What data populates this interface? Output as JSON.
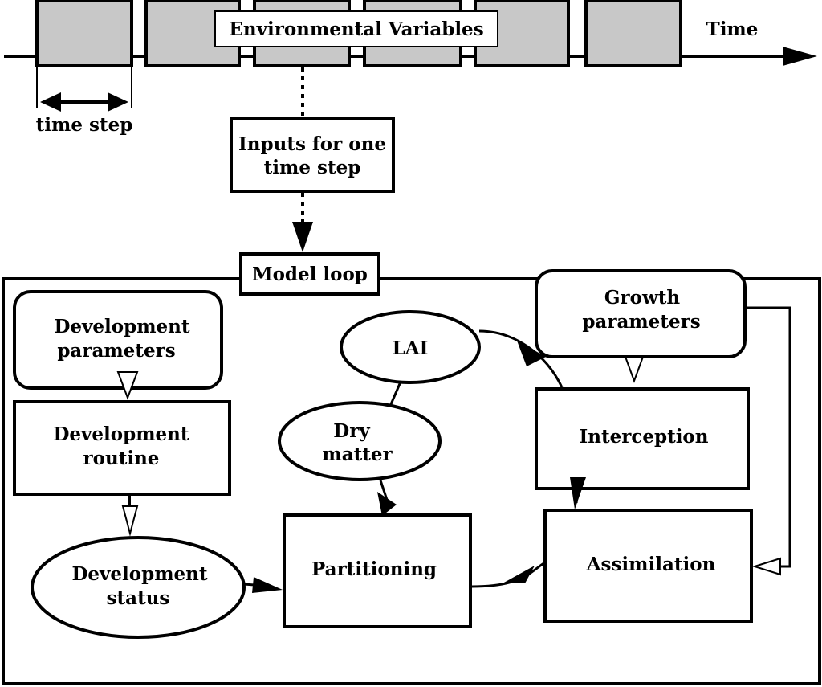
{
  "timeline": {
    "env_label": "Environmental Variables",
    "time_label": "Time",
    "time_step_label": "time step"
  },
  "inputs_box": {
    "line1": "Inputs for one",
    "line2": "time step"
  },
  "model_loop": {
    "title": "Model loop",
    "dev_params": {
      "line1": "Development",
      "line2": "parameters"
    },
    "dev_routine": {
      "line1": "Development",
      "line2": "routine"
    },
    "dev_status": {
      "line1": "Development",
      "line2": "status"
    },
    "lai": "LAI",
    "dry_matter": {
      "line1": "Dry",
      "line2": "matter"
    },
    "partitioning": "Partitioning",
    "growth_params": {
      "line1": "Growth",
      "line2": "parameters"
    },
    "interception": "Interception",
    "assimilation": "Assimilation"
  },
  "colors": {
    "step_fill": "#c8c8c8",
    "stroke": "#000000",
    "background": "#ffffff"
  }
}
